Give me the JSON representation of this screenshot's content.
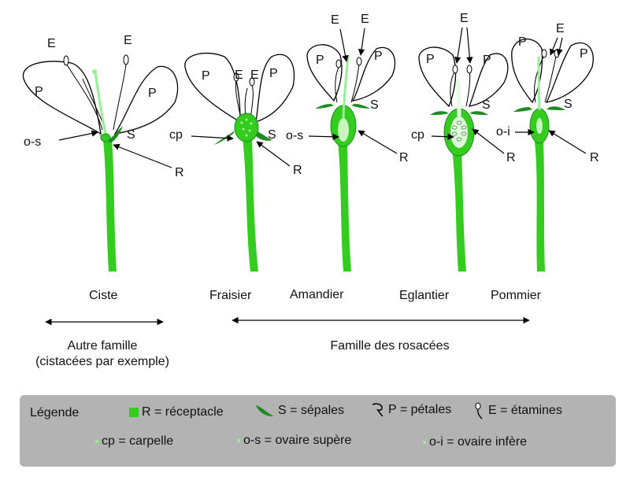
{
  "labels": {
    "petal": "P",
    "stamen": "E",
    "sepal": "S",
    "receptacle": "R",
    "carpel": "cp",
    "superior_ovary": "o-s",
    "inferior_ovary": "o-i"
  },
  "flowers": [
    {
      "name": "Ciste"
    },
    {
      "name": "Fraisier"
    },
    {
      "name": "Amandier"
    },
    {
      "name": "Eglantier"
    },
    {
      "name": "Pommier"
    }
  ],
  "groups": {
    "other_line1": "Autre famille",
    "other_line2": "(cistacées par exemple)",
    "rosaceae": "Famille des rosacées"
  },
  "legend": {
    "title": "Légende",
    "receptacle": "R = réceptacle",
    "sepals": "S = sépales",
    "petals": "P = pétales",
    "stamens": "E = étamines",
    "carpel": "cp = carpelle",
    "superior_ovary": "o-s = ovaire supère",
    "inferior_ovary": "o-i = ovaire infère"
  },
  "colors": {
    "receptacle": "#33cc1f",
    "sepal": "#1f8a22",
    "pistil": "#99ee99",
    "legend_bg": "#b3b3b3"
  }
}
